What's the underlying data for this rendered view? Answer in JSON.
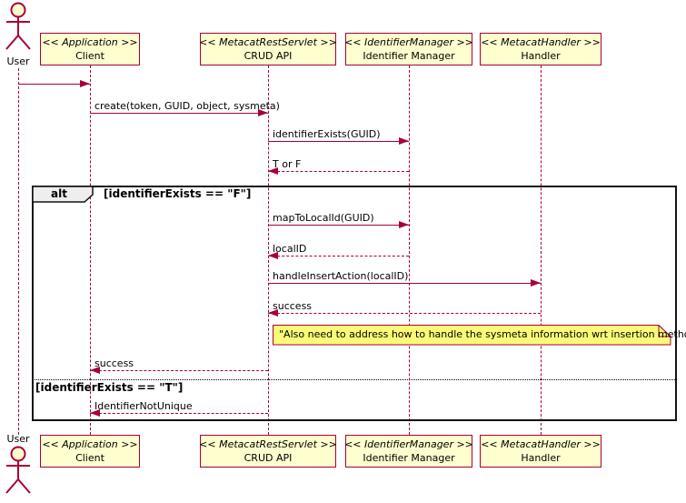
{
  "colors": {
    "accent": "#A80036",
    "participant_fill": "#FEFECE",
    "note_fill": "#FBFB77",
    "frame_label_fill": "#EEEEEE",
    "frame_border": "#131313"
  },
  "actor": {
    "label": "User"
  },
  "participants": [
    {
      "stereotype": "<< Application >>",
      "name": "Client"
    },
    {
      "stereotype": "<< MetacatRestServlet >>",
      "name": "CRUD API"
    },
    {
      "stereotype": "<< IdentifierManager >>",
      "name": "Identifier Manager"
    },
    {
      "stereotype": "<< MetacatHandler >>",
      "name": "Handler"
    }
  ],
  "messages": [
    {
      "from": "User",
      "to": "Client",
      "label": "",
      "line": "solid"
    },
    {
      "from": "Client",
      "to": "CRUD API",
      "label": "create(token, GUID, object, sysmeta)",
      "line": "solid"
    },
    {
      "from": "CRUD API",
      "to": "Identifier Manager",
      "label": "identifierExists(GUID)",
      "line": "solid"
    },
    {
      "from": "Identifier Manager",
      "to": "CRUD API",
      "label": "T or F",
      "line": "dashed"
    },
    {
      "from": "CRUD API",
      "to": "Identifier Manager",
      "label": "mapToLocalId(GUID)",
      "line": "solid"
    },
    {
      "from": "Identifier Manager",
      "to": "CRUD API",
      "label": "localID",
      "line": "dashed"
    },
    {
      "from": "CRUD API",
      "to": "Handler",
      "label": "handleInsertAction(localID)",
      "line": "solid"
    },
    {
      "from": "Handler",
      "to": "CRUD API",
      "label": "success",
      "line": "dashed"
    },
    {
      "from": "CRUD API",
      "to": "Client",
      "label": "success",
      "line": "dashed"
    },
    {
      "from": "CRUD API",
      "to": "Client",
      "label": "IdentifierNotUnique",
      "line": "dashed"
    }
  ],
  "alt_frame": {
    "operator": "alt",
    "guard_true": "[identifierExists == \"F\"]",
    "guard_else": "[identifierExists == \"T\"]"
  },
  "note": {
    "text": "\"Also need to address how to handle the sysmeta information wrt insertion methods\""
  }
}
